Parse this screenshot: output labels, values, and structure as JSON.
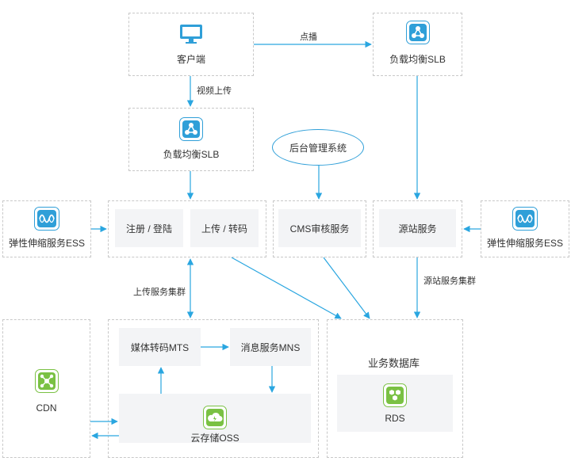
{
  "nodes": {
    "client": "客户端",
    "slb_top_right": "负载均衡SLB",
    "slb_middle": "负载均衡SLB",
    "admin": "后台管理系统",
    "ess_left": "弹性伸缩服务ESS",
    "register": "注册 / 登陆",
    "upload": "上传 / 转码",
    "cms": "CMS审核服务",
    "origin": "源站服务",
    "ess_right": "弹性伸缩服务ESS",
    "mts": "媒体转码MTS",
    "mns": "消息服务MNS",
    "oss": "云存储OSS",
    "cdn": "CDN",
    "db_title": "业务数据库",
    "rds": "RDS"
  },
  "edges": {
    "vod": "点播",
    "video_upload": "视频上传",
    "upload_cluster": "上传服务集群",
    "origin_cluster": "源站服务集群"
  },
  "colors": {
    "arrow": "#2aa6e0",
    "icon_blue": "#2f9fd8",
    "icon_green": "#7ac143",
    "panel": "#f3f4f6"
  },
  "icons": [
    "monitor-icon",
    "load-balancer-icon",
    "auto-scaling-icon",
    "cdn-icon",
    "cloud-storage-icon",
    "rds-icon"
  ]
}
